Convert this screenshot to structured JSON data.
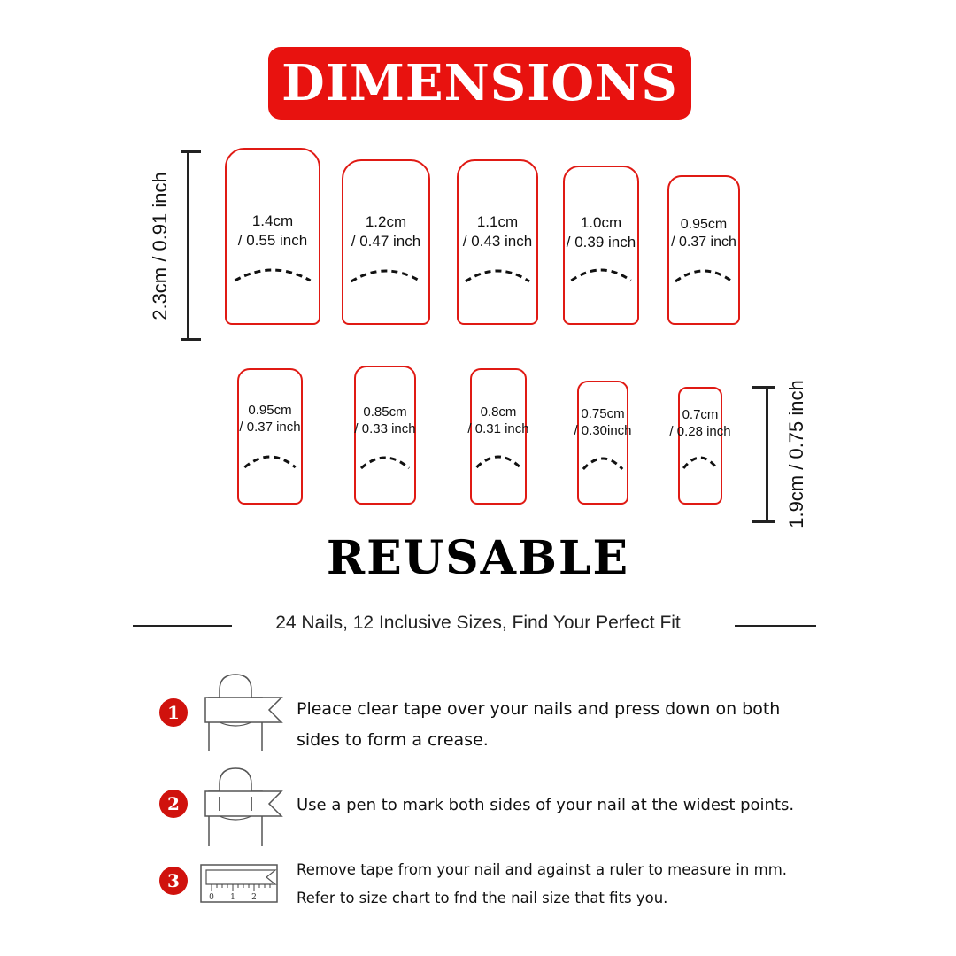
{
  "title": "DIMENSIONS",
  "measure_top": "2.3cm / 0.91 inch",
  "measure_bottom": "1.9cm / 0.75 inch",
  "nails_top": [
    {
      "cm": "1.4cm",
      "inch": "/ 0.55 inch"
    },
    {
      "cm": "1.2cm",
      "inch": "/ 0.47 inch"
    },
    {
      "cm": "1.1cm",
      "inch": "/ 0.43 inch"
    },
    {
      "cm": "1.0cm",
      "inch": "/ 0.39 inch"
    },
    {
      "cm": "0.95cm",
      "inch": "/ 0.37 inch"
    }
  ],
  "nails_bottom": [
    {
      "cm": "0.95cm",
      "inch": "/ 0.37 inch"
    },
    {
      "cm": "0.85cm",
      "inch": "/ 0.33 inch"
    },
    {
      "cm": "0.8cm",
      "inch": "/ 0.31 inch"
    },
    {
      "cm": "0.75cm",
      "inch": "/ 0.30inch"
    },
    {
      "cm": "0.7cm",
      "inch": "/ 0.28 inch"
    }
  ],
  "reusable": "REUSABLE",
  "tagline": "24 Nails, 12 Inclusive Sizes, Find Your Perfect Fit",
  "steps": [
    {
      "num": "1",
      "text_line1": "Pleace clear tape over your nails and press down on both",
      "text_line2": "sides to form a crease."
    },
    {
      "num": "2",
      "text_line1": "Use a pen to mark both sides of your nail at the widest points.",
      "text_line2": ""
    },
    {
      "num": "3",
      "text_line1": "Remove tape from your nail and against a ruler to measure in mm.",
      "text_line2": "Refer to size chart to fnd the nail size that fits you."
    }
  ],
  "ruler_ticks": [
    "0",
    "1",
    "2"
  ],
  "colors": {
    "accent": "#e8120f",
    "nail_outline": "#e01a14"
  }
}
